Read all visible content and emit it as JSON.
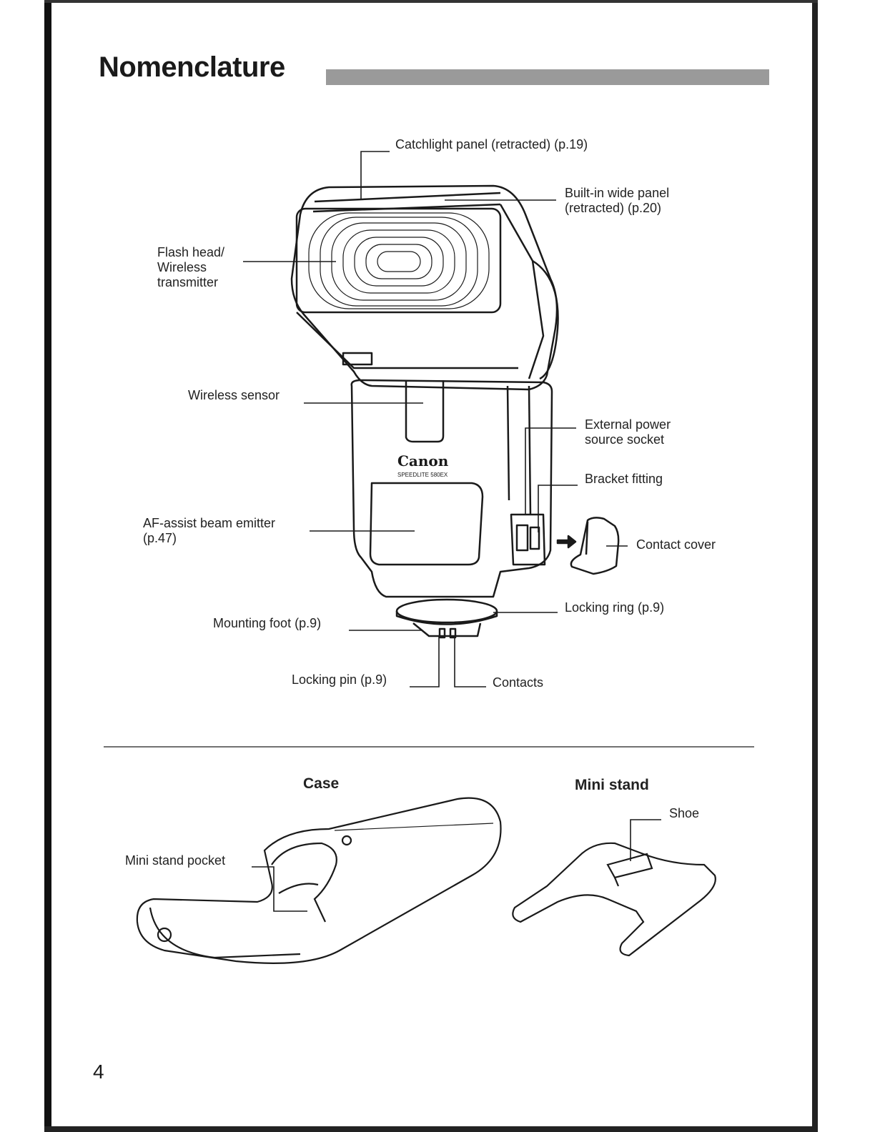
{
  "page": {
    "title": "Nomenclature",
    "page_number": "4"
  },
  "labels": {
    "catchlight": "Catchlight panel (retracted) (p.19)",
    "wide_panel": "Built-in wide panel\n(retracted) (p.20)",
    "flash_head": "Flash head/\nWireless\ntransmitter",
    "wireless_sensor": "Wireless sensor",
    "ext_power": "External power\nsource socket",
    "bracket": "Bracket fitting",
    "af_assist": "AF-assist beam emitter\n(p.47)",
    "contact_cover": "Contact cover",
    "locking_ring": "Locking ring (p.9)",
    "mounting_foot": "Mounting foot (p.9)",
    "locking_pin": "Locking pin (p.9)",
    "contacts": "Contacts",
    "brand": "Canon",
    "model": "SPEEDLITE 580EX"
  },
  "accessories": {
    "case_title": "Case",
    "mini_stand_title": "Mini stand",
    "mini_stand_pocket": "Mini stand pocket",
    "shoe": "Shoe"
  }
}
